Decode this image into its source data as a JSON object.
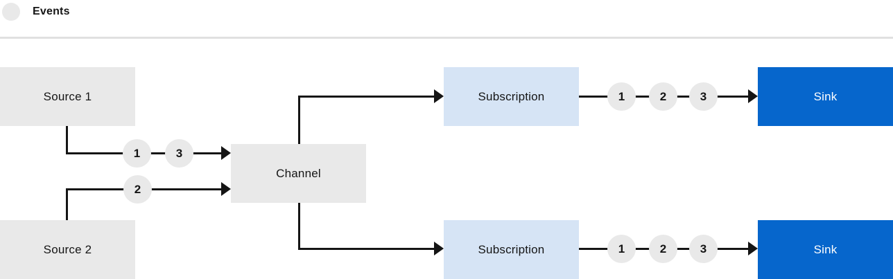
{
  "legend": {
    "label": "Events"
  },
  "colors": {
    "gray_box": "#e9e9e9",
    "light_blue_box": "#d6e4f5",
    "blue_box": "#0666cc",
    "line": "#151515",
    "divider": "#e0e0e0",
    "text_dark": "#151515",
    "text_light": "#ffffff"
  },
  "nodes": {
    "source1": "Source 1",
    "source2": "Source 2",
    "channel": "Channel",
    "subscription_top": "Subscription",
    "subscription_bottom": "Subscription",
    "sink_top": "Sink",
    "sink_bottom": "Sink"
  },
  "markers": {
    "source1_to_channel": [
      "1",
      "3"
    ],
    "source2_to_channel": [
      "2"
    ],
    "subscription_top_to_sink": [
      "1",
      "2",
      "3"
    ],
    "subscription_bottom_to_sink": [
      "1",
      "2",
      "3"
    ]
  }
}
